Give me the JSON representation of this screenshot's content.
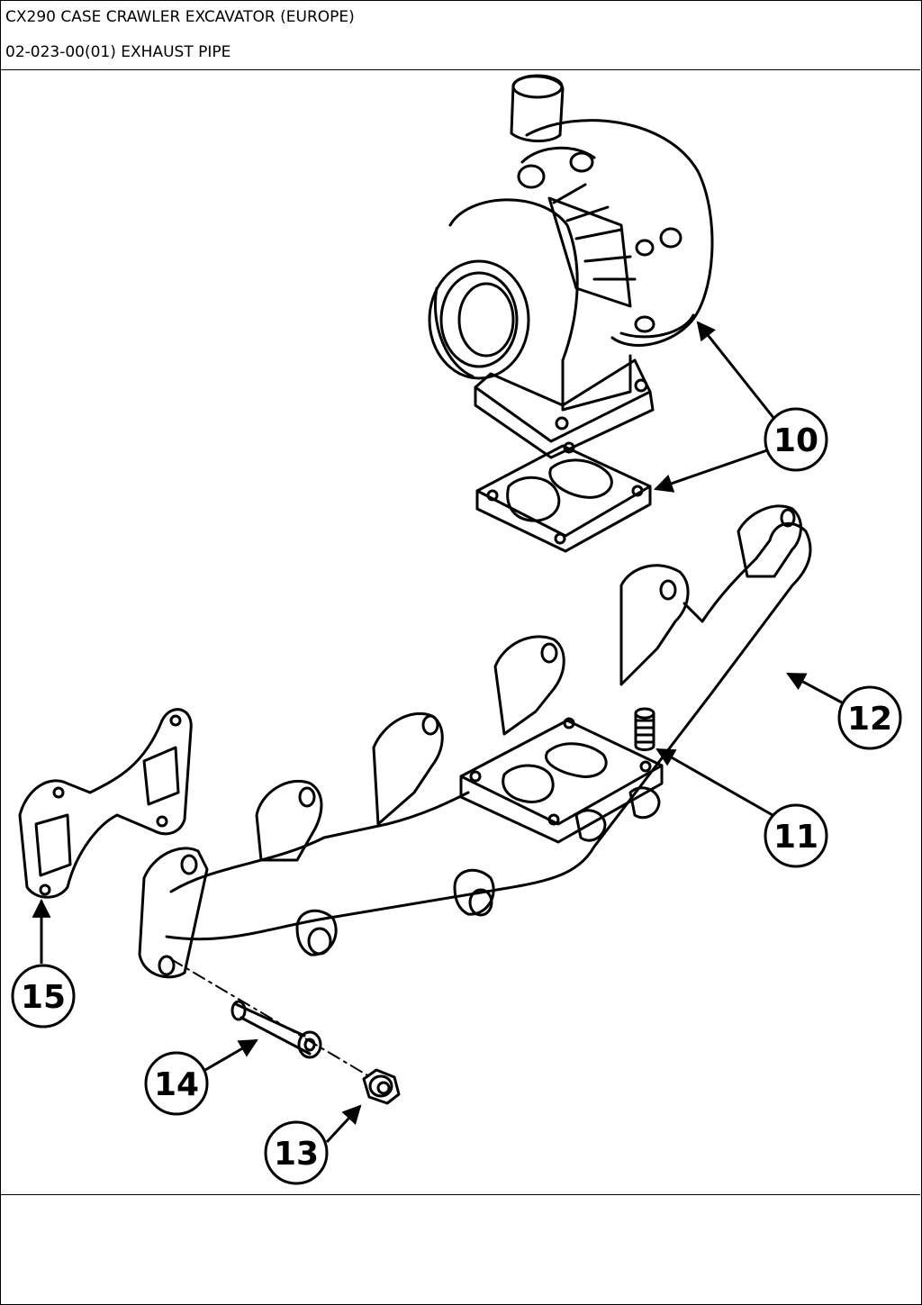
{
  "header": {
    "title": "CX290 CASE CRAWLER EXCAVATOR (EUROPE)",
    "subtitle": "02-023-00(01) EXHAUST PIPE"
  },
  "callouts": [
    {
      "id": "10",
      "part": "turbocharger-and-gasket"
    },
    {
      "id": "11",
      "part": "stud"
    },
    {
      "id": "12",
      "part": "exhaust-manifold"
    },
    {
      "id": "13",
      "part": "nut"
    },
    {
      "id": "14",
      "part": "spacer"
    },
    {
      "id": "15",
      "part": "manifold-gasket"
    }
  ],
  "colors": {
    "line": "#000000",
    "background": "#ffffff"
  }
}
